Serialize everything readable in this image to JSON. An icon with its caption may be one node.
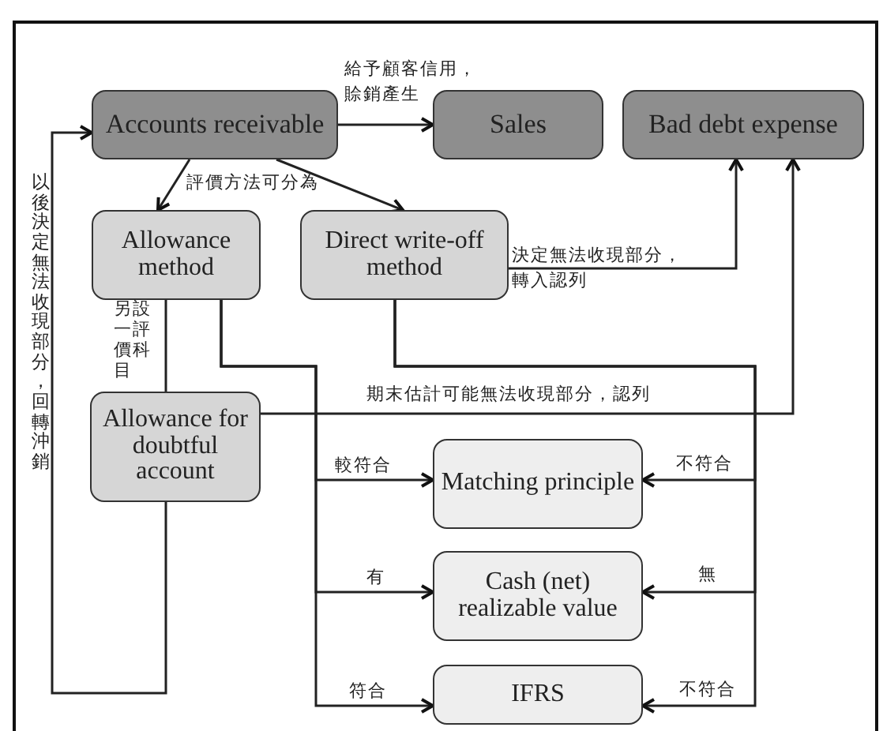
{
  "diagram": {
    "nodes": [
      {
        "text": [
          "Accounts receivable"
        ]
      },
      {
        "text": [
          "Sales"
        ]
      },
      {
        "text": [
          "Bad debt expense"
        ]
      },
      {
        "text": [
          "Allowance method"
        ]
      },
      {
        "text": [
          "Direct write-off method"
        ]
      },
      {
        "text": [
          "Allowance for doubtful account"
        ]
      },
      {
        "text": [
          "Matching principle"
        ]
      },
      {
        "text": [
          "Cash (net) realizable value"
        ]
      },
      {
        "text": [
          "IFRS"
        ]
      }
    ],
    "edges": [
      {
        "from": 0,
        "to": 1,
        "arrow": "to",
        "label": "給予顧客信用，賒銷產生"
      },
      {
        "from": 0,
        "to": 3,
        "arrow": "to"
      },
      {
        "from": 0,
        "to": 4,
        "arrow": "to",
        "label": "評價方法可分為"
      },
      {
        "from": 4,
        "to": 2,
        "arrow": "to",
        "label": "決定無法收現部分，轉入認列"
      },
      {
        "from": 3,
        "to": 5,
        "arrow": "none",
        "label": "另設一評價科目"
      },
      {
        "from": 5,
        "to": 2,
        "arrow": "to",
        "label": "期末估計可能無法收現部分，認列"
      },
      {
        "from": 5,
        "to": 0,
        "arrow": "to",
        "label": "以後決定無法收現部分，回轉沖銷"
      },
      {
        "from": 3,
        "to": 6,
        "arrow": "to",
        "label": "較符合"
      },
      {
        "from": 3,
        "to": 7,
        "arrow": "to",
        "label": "有"
      },
      {
        "from": 3,
        "to": 8,
        "arrow": "to",
        "label": "符合"
      },
      {
        "from": 4,
        "to": 6,
        "arrow": "to",
        "label": "不符合"
      },
      {
        "from": 4,
        "to": 7,
        "arrow": "to",
        "label": "無"
      },
      {
        "from": 4,
        "to": 8,
        "arrow": "to",
        "label": "不符合"
      }
    ]
  }
}
